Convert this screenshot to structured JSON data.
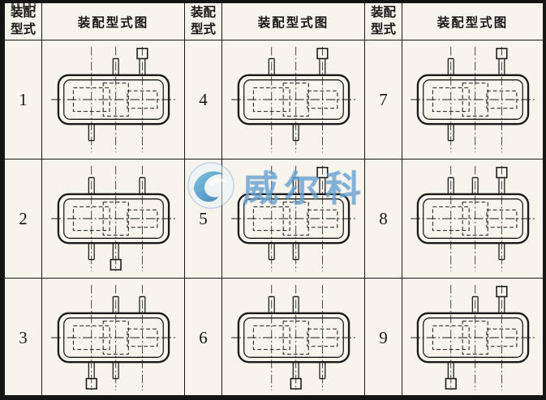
{
  "page": {
    "background": "#f7f4ed",
    "line_color": "#1a1a1a"
  },
  "watermark": {
    "text": "威尔科",
    "text_color": "rgba(125,175,215,0.55)",
    "logo_color_light": "#57b8e0",
    "logo_color_dark": "#1565a8"
  },
  "table": {
    "header_cells": [
      {
        "label": "装配型式"
      },
      {
        "label": "装配型式图"
      },
      {
        "label": "装配型式"
      },
      {
        "label": "装配型式图"
      },
      {
        "label": "装配型式"
      },
      {
        "label": "装配型式图"
      }
    ],
    "rows": [
      {
        "cells": [
          {
            "type_no": "1",
            "diagram": {
              "shafts": [
                [
                  0.3,
                  0,
                  1
                ],
                [
                  0.52,
                  1,
                  0
                ],
                [
                  0.76,
                  2,
                  0
                ]
              ]
            }
          },
          {
            "type_no": "4",
            "diagram": {
              "shafts": [
                [
                  0.3,
                  1,
                  0
                ],
                [
                  0.52,
                  0,
                  1
                ],
                [
                  0.76,
                  2,
                  0
                ]
              ]
            }
          },
          {
            "type_no": "7",
            "diagram": {
              "shafts": [
                [
                  0.3,
                  1,
                  1
                ],
                [
                  0.52,
                  0,
                  0
                ],
                [
                  0.76,
                  2,
                  0
                ]
              ]
            }
          }
        ]
      },
      {
        "cells": [
          {
            "type_no": "2",
            "diagram": {
              "shafts": [
                [
                  0.3,
                  1,
                  1
                ],
                [
                  0.52,
                  0,
                  2
                ],
                [
                  0.76,
                  1,
                  0
                ]
              ]
            }
          },
          {
            "type_no": "5",
            "diagram": {
              "shafts": [
                [
                  0.3,
                  0,
                  1
                ],
                [
                  0.52,
                  1,
                  1
                ],
                [
                  0.76,
                  2,
                  0
                ]
              ]
            }
          },
          {
            "type_no": "8",
            "diagram": {
              "shafts": [
                [
                  0.3,
                  1,
                  0
                ],
                [
                  0.52,
                  1,
                  0
                ],
                [
                  0.76,
                  2,
                  1
                ]
              ]
            }
          }
        ]
      },
      {
        "cells": [
          {
            "type_no": "3",
            "diagram": {
              "shafts": [
                [
                  0.3,
                  0,
                  2
                ],
                [
                  0.52,
                  1,
                  1
                ],
                [
                  0.76,
                  1,
                  0
                ]
              ]
            }
          },
          {
            "type_no": "6",
            "diagram": {
              "shafts": [
                [
                  0.3,
                  1,
                  0
                ],
                [
                  0.52,
                  1,
                  2
                ],
                [
                  0.76,
                  0,
                  1
                ]
              ]
            }
          },
          {
            "type_no": "9",
            "diagram": {
              "shafts": [
                [
                  0.3,
                  0,
                  2
                ],
                [
                  0.52,
                  1,
                  0
                ],
                [
                  0.76,
                  2,
                  0
                ]
              ]
            }
          }
        ]
      }
    ]
  }
}
